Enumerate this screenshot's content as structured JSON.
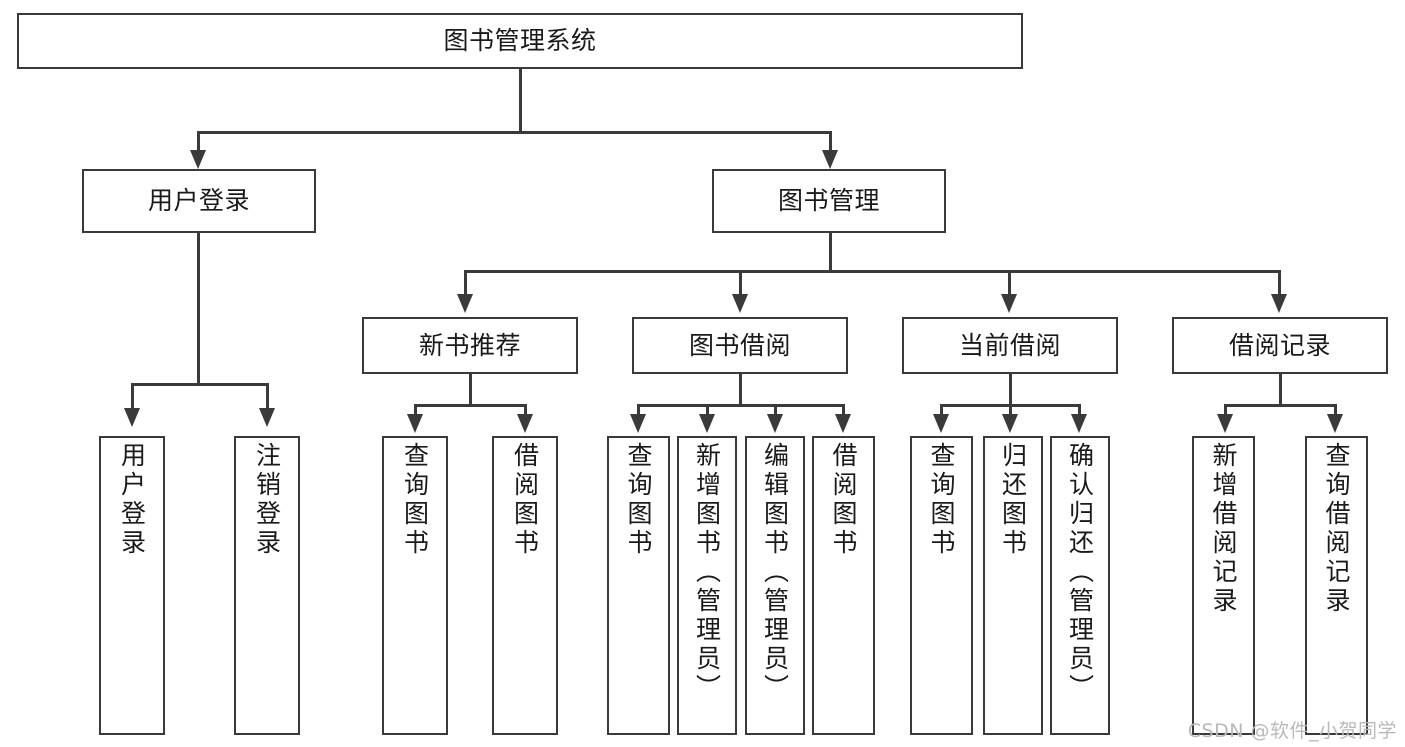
{
  "diagram": {
    "title": "图书管理系统",
    "type": "hierarchy-tree",
    "root": {
      "id": "root",
      "label": "图书管理系统"
    },
    "level2": [
      {
        "id": "user-login",
        "label": "用户登录"
      },
      {
        "id": "book-management",
        "label": "图书管理"
      }
    ],
    "level3": [
      {
        "id": "new-book-recommend",
        "label": "新书推荐",
        "parent": "book-management"
      },
      {
        "id": "book-borrow",
        "label": "图书借阅",
        "parent": "book-management"
      },
      {
        "id": "current-borrow",
        "label": "当前借阅",
        "parent": "book-management"
      },
      {
        "id": "borrow-record",
        "label": "借阅记录",
        "parent": "book-management"
      }
    ],
    "leaves": {
      "user-login": [
        {
          "id": "leaf-user-login",
          "label": "用户登录"
        },
        {
          "id": "leaf-logout",
          "label": "注销登录"
        }
      ],
      "new-book-recommend": [
        {
          "id": "leaf-query-book-1",
          "label": "查询图书"
        },
        {
          "id": "leaf-borrow-book-1",
          "label": "借阅图书"
        }
      ],
      "book-borrow": [
        {
          "id": "leaf-query-book-2",
          "label": "查询图书"
        },
        {
          "id": "leaf-add-book-admin",
          "label": "新增图书（管理员）"
        },
        {
          "id": "leaf-edit-book-admin",
          "label": "编辑图书（管理员）"
        },
        {
          "id": "leaf-borrow-book-2",
          "label": "借阅图书"
        }
      ],
      "current-borrow": [
        {
          "id": "leaf-query-book-3",
          "label": "查询图书"
        },
        {
          "id": "leaf-return-book",
          "label": "归还图书"
        },
        {
          "id": "leaf-confirm-return-admin",
          "label": "确认归还（管理员）"
        }
      ],
      "borrow-record": [
        {
          "id": "leaf-add-borrow-record",
          "label": "新增借阅记录"
        },
        {
          "id": "leaf-query-borrow-record",
          "label": "查询借阅记录"
        }
      ]
    }
  },
  "watermark": {
    "text": "CSDN @软件_小贺同学"
  },
  "colors": {
    "stroke": "#3a3a3a",
    "text": "#1a1a1a",
    "background": "#ffffff",
    "watermark": "#b9b9b9"
  }
}
